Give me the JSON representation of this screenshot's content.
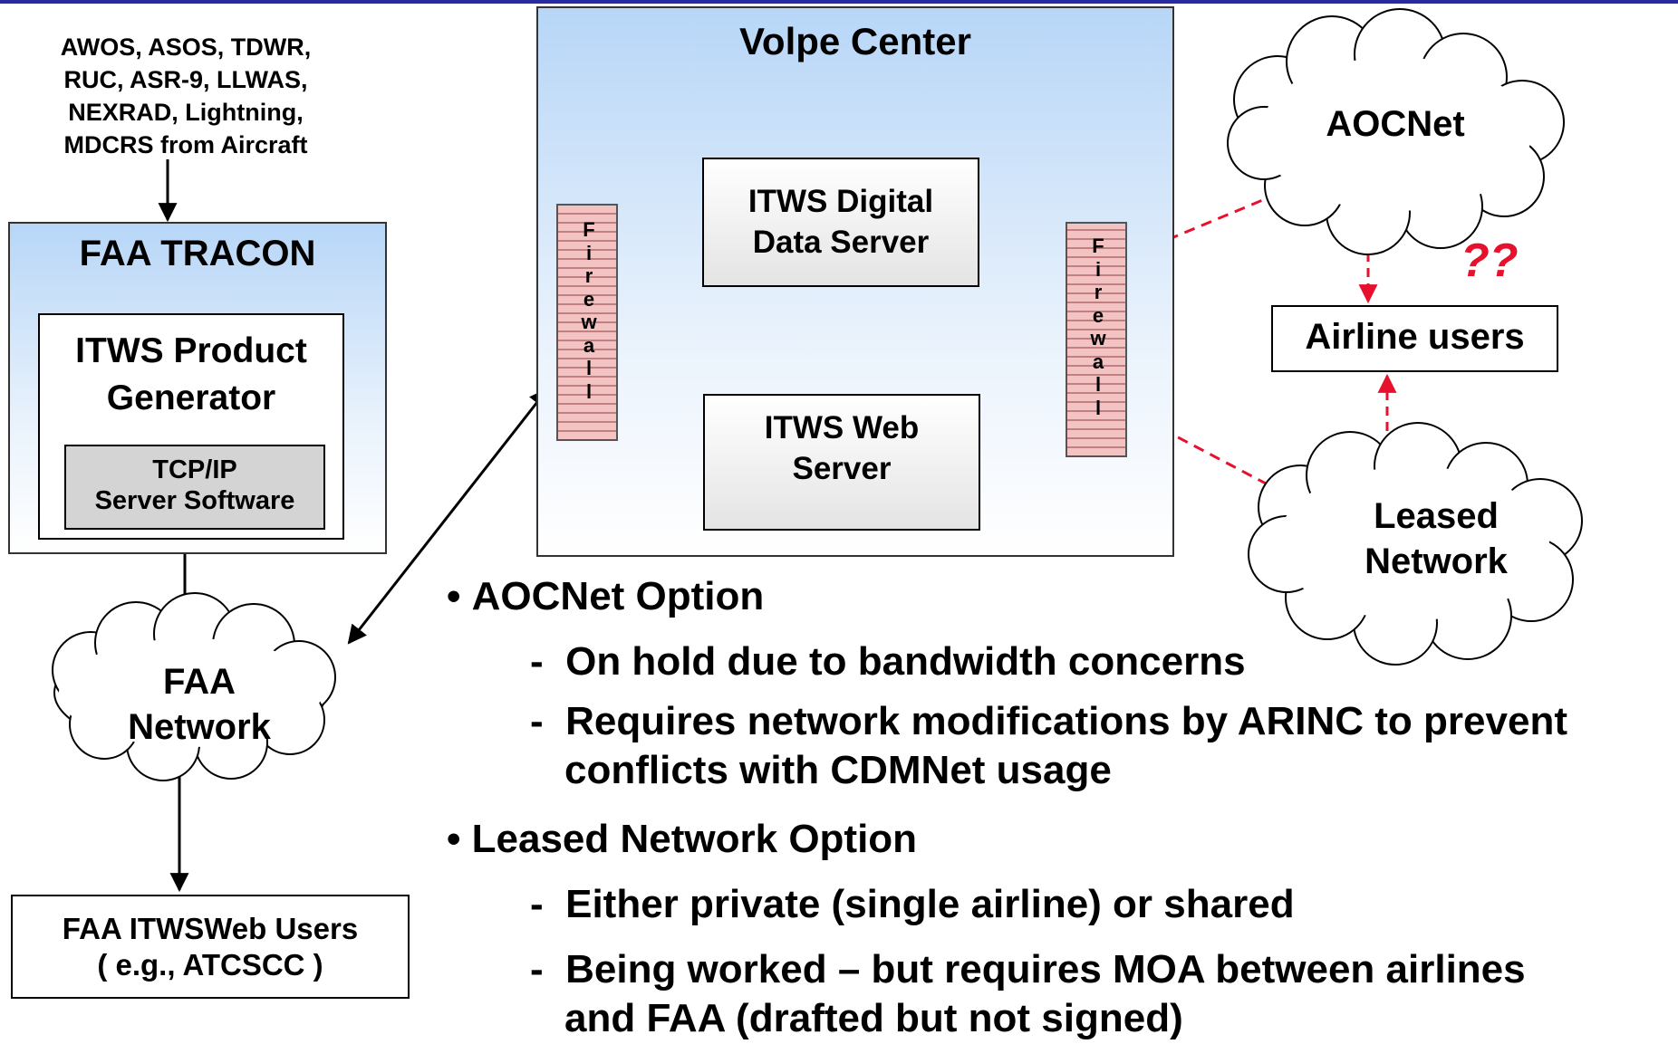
{
  "sources": {
    "line1": "AWOS, ASOS, TDWR,",
    "line2": "RUC, ASR-9, LLWAS,",
    "line3": "NEXRAD, Lightning,",
    "line4": "MDCRS from Aircraft"
  },
  "tracon": {
    "title": "FAA TRACON",
    "generator_line1": "ITWS Product",
    "generator_line2": "Generator",
    "tcp_line1": "TCP/IP",
    "tcp_line2": "Server Software"
  },
  "faa_network": {
    "line1": "FAA",
    "line2": "Network"
  },
  "faa_users": {
    "line1": "FAA ITWSWeb Users",
    "line2": "( e.g., ATCSCC )"
  },
  "volpe": {
    "title": "Volpe Center",
    "dds_line1": "ITWS Digital",
    "dds_line2": "Data Server",
    "web_line1": "ITWS Web",
    "web_line2": "Server",
    "firewall_chars": [
      "F",
      "i",
      "r",
      "e",
      "w",
      "a",
      "l",
      "l"
    ]
  },
  "aocnet": {
    "label": "AOCNet"
  },
  "airline_users": {
    "label": "Airline users"
  },
  "question_marks": "??",
  "leased_network": {
    "line1": "Leased",
    "line2": "Network"
  },
  "bullets": {
    "b1": "AOCNet Option",
    "b1_sub1": "On hold due to bandwidth concerns",
    "b1_sub2_line1": "Requires network modifications by ARINC to prevent",
    "b1_sub2_line2": "conflicts with CDMNet usage",
    "b2": "Leased Network Option",
    "b2_sub1": "Either private (single airline) or shared",
    "b2_sub2_line1": "Being worked – but requires MOA between airlines",
    "b2_sub2_line2": "and FAA (drafted but not signed)"
  },
  "colors": {
    "gradient_top": "#b7d6f7",
    "firewall": "#f3c3c3",
    "dashed_arrow": "#e8112d",
    "top_bar": "#2a2aa0"
  }
}
